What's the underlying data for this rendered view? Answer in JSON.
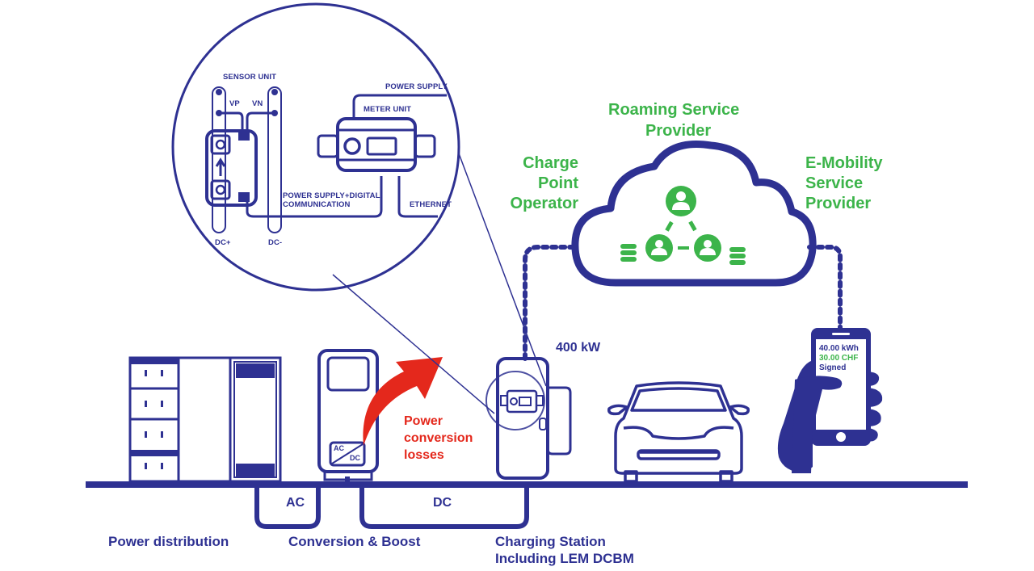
{
  "colors": {
    "primary_navy": "#2E3192",
    "accent_green": "#3CB44A",
    "loss_red": "#E4281C",
    "background": "#FFFFFF"
  },
  "zoom_inset": {
    "sensor_unit": "SENSOR UNIT",
    "vp": "VP",
    "vn": "VN",
    "dc_plus": "DC+",
    "dc_minus": "DC-",
    "power_supply": "POWER SUPPLY",
    "meter_unit": "METER UNIT",
    "power_supply_digital_line1": "POWER SUPPLY+DIGITAL",
    "power_supply_digital_line2": "COMMUNICATION",
    "ethernet": "ETHERNET"
  },
  "cloud": {
    "roaming_line1": "Roaming Service",
    "roaming_line2": "Provider",
    "cpo_line1": "Charge",
    "cpo_line2": "Point",
    "cpo_line3": "Operator",
    "emsp_line1": "E-Mobility",
    "emsp_line2": "Service",
    "emsp_line3": "Provider",
    "icons": [
      "user-icon",
      "user-icon",
      "user-icon",
      "database-icon",
      "database-icon"
    ]
  },
  "power_rating": "400 kW",
  "losses": {
    "line1": "Power",
    "line2": "conversion",
    "line3": "losses"
  },
  "converter": {
    "ac": "AC",
    "dc": "DC"
  },
  "phone": {
    "energy": "40.00 kWh",
    "price": "30.00 CHF",
    "status": "Signed"
  },
  "buses": {
    "ac": "AC",
    "dc": "DC"
  },
  "captions": {
    "power_distribution": "Power distribution",
    "conversion_boost": "Conversion & Boost",
    "charging_station_line1": "Charging Station",
    "charging_station_line2": "Including LEM DCBM"
  }
}
